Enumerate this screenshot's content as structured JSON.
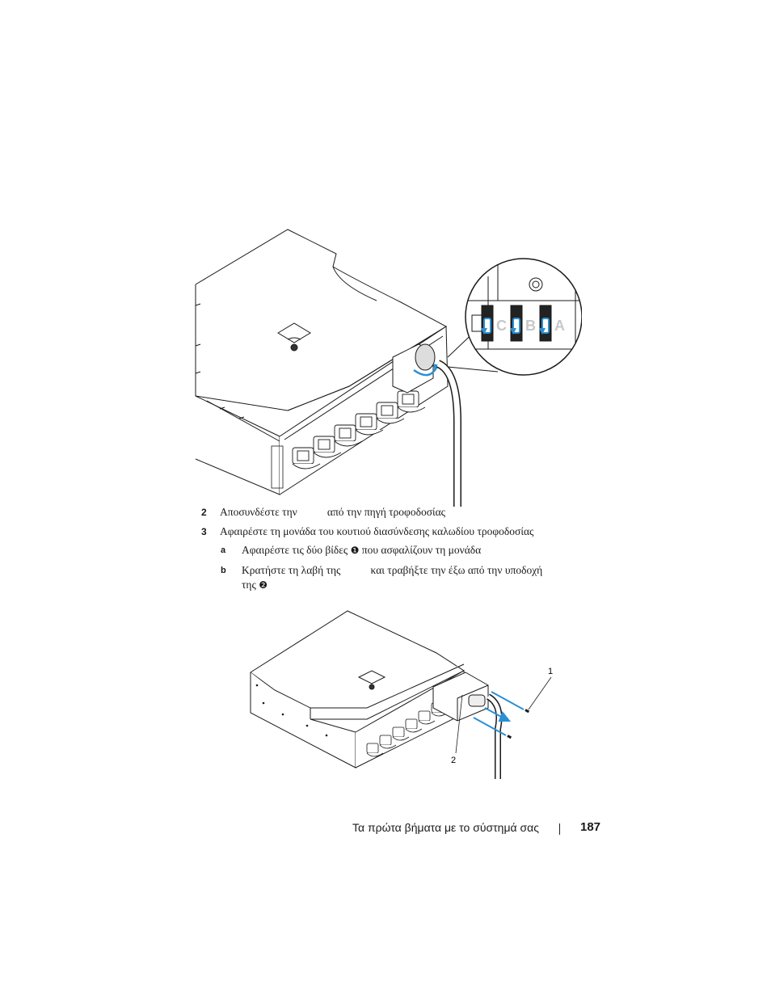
{
  "steps": [
    {
      "number": "2",
      "text": "Αποσυνδέστε την           από την πηγή τροφοδοσίας"
    },
    {
      "number": "3",
      "text": "Αφαιρέστε τη μονάδα του κουτιού διασύνδεσης καλωδίου τροφοδοσίας"
    }
  ],
  "substeps": [
    {
      "letter": "a",
      "text_before": "Αφαιρέστε τις δύο βίδες",
      "marker": "❶",
      "text_after": "που ασφαλίζουν τη μονάδα"
    },
    {
      "letter": "b",
      "line1": "Κρατήστε τη λαβή της           και τραβήξτε την έξω από την υποδοχή",
      "line2_before": "της",
      "marker": "❷"
    }
  ],
  "figure_top": {
    "inset_labels": [
      "C",
      "B",
      "A"
    ]
  },
  "figure_bottom": {
    "callouts": [
      "1",
      "2"
    ]
  },
  "footer": {
    "text": "Τα πρώτα βήματα με το σύστημά σας",
    "page_number": "187"
  },
  "colors": {
    "accent_blue": "#2a8fd4",
    "line": "#1a1a1a"
  }
}
